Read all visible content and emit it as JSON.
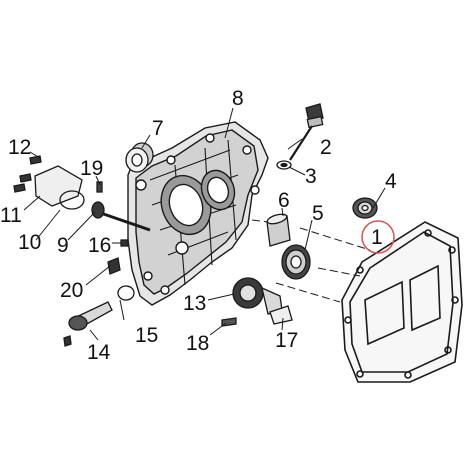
{
  "diagram": {
    "parts": [
      {
        "id": "p1",
        "label": "1"
      },
      {
        "id": "p2",
        "label": "2"
      },
      {
        "id": "p3",
        "label": "3"
      },
      {
        "id": "p4",
        "label": "4"
      },
      {
        "id": "p5",
        "label": "5"
      },
      {
        "id": "p6",
        "label": "6"
      },
      {
        "id": "p7",
        "label": "7"
      },
      {
        "id": "p8",
        "label": "8"
      },
      {
        "id": "p9",
        "label": "9"
      },
      {
        "id": "p10",
        "label": "10"
      },
      {
        "id": "p11",
        "label": "11"
      },
      {
        "id": "p12",
        "label": "12"
      },
      {
        "id": "p13",
        "label": "13"
      },
      {
        "id": "p14",
        "label": "14"
      },
      {
        "id": "p15",
        "label": "15"
      },
      {
        "id": "p16",
        "label": "16"
      },
      {
        "id": "p17",
        "label": "17"
      },
      {
        "id": "p18",
        "label": "18"
      },
      {
        "id": "p19",
        "label": "19"
      },
      {
        "id": "p20",
        "label": "20"
      }
    ],
    "highlighted_part": "1",
    "colors": {
      "line": "#1a1a1a",
      "shade": "#bdbdbd",
      "dark": "#2a2a2a",
      "highlight_circle": "#d9534f"
    }
  }
}
